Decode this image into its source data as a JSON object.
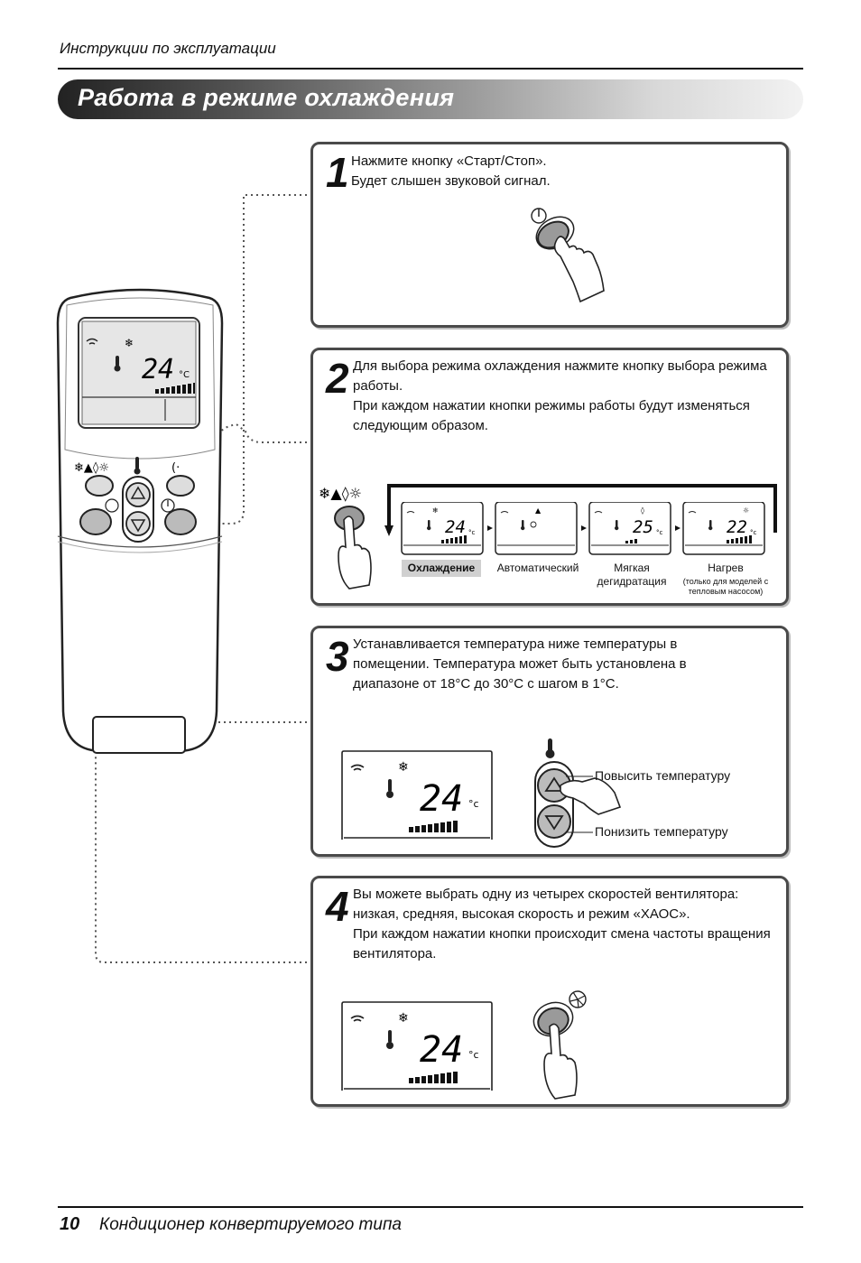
{
  "header": {
    "text": "Инструкции по эксплуатации"
  },
  "title": "Работа в режиме охлаждения",
  "remote": {
    "temperature": "24",
    "unit": "°C"
  },
  "steps": [
    {
      "number": "1",
      "lines": [
        "Нажмите кнопку «Старт/Стоп».",
        "Будет слышен звуковой сигнал."
      ]
    },
    {
      "number": "2",
      "lines": [
        "Для выбора режима охлаждения нажмите кнопку выбора режима работы.",
        "При каждом нажатии кнопки режимы работы будут изменяться следующим образом."
      ]
    },
    {
      "number": "3",
      "lines": [
        "Устанавливается температура ниже температуры в помещении. Температура может быть установлена в диапазоне от 18°С до 30°С с шагом в 1°С."
      ]
    },
    {
      "number": "4",
      "lines": [
        "Вы можете выбрать одну из четырех скоростей вентилятора: низкая, средняя, высокая скорость и режим «ХАОС».",
        "При каждом нажатии кнопки происходит смена частоты вращения вентилятора."
      ]
    }
  ],
  "modes": [
    {
      "label": "Охлаждение",
      "temp": "24",
      "unit": "°c"
    },
    {
      "label": "Автоматический",
      "temp": "",
      "unit": ""
    },
    {
      "label": "Мягкая дегидратация",
      "temp": "25",
      "unit": "°c"
    },
    {
      "label": "Нагрев",
      "note": "(только для моделей с тепловым насосом)",
      "temp": "22",
      "unit": "°c"
    }
  ],
  "step3": {
    "lcd_temp": "24",
    "lcd_unit": "°c",
    "increase": "Повысить температуру",
    "decrease": "Понизить температуру"
  },
  "step4": {
    "lcd_temp": "24",
    "lcd_unit": "°c"
  },
  "footer": {
    "page": "10",
    "text": "Кондиционер конвертируемого типа"
  }
}
